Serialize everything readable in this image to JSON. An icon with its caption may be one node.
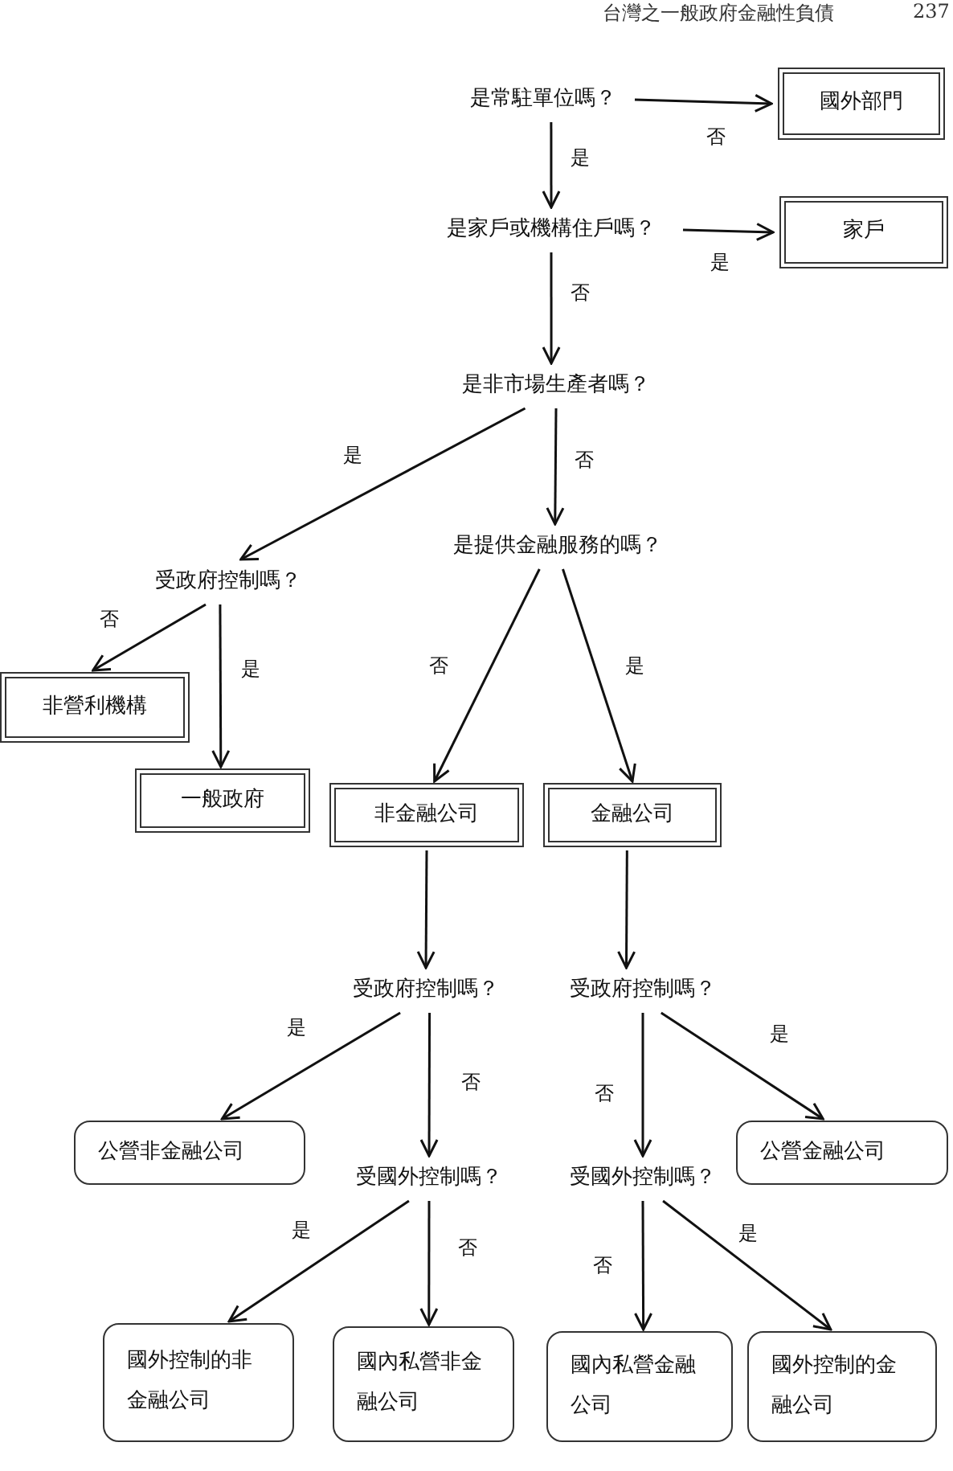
{
  "diagram": {
    "nodes": [
      {
        "text": [
          "是常駐單位嗎？"
        ]
      },
      {
        "text": [
          "國外部門"
        ]
      },
      {
        "text": [
          "是家戶或機構住戶嗎？"
        ]
      },
      {
        "text": [
          "家戶"
        ]
      },
      {
        "text": [
          "是非市場生產者嗎？"
        ]
      },
      {
        "text": [
          "受政府控制嗎？"
        ]
      },
      {
        "text": [
          "是提供金融服務的嗎？"
        ]
      },
      {
        "text": [
          "非營利機構"
        ]
      },
      {
        "text": [
          "一般政府"
        ]
      },
      {
        "text": [
          "非金融公司"
        ]
      },
      {
        "text": [
          "金融公司"
        ]
      },
      {
        "text": [
          "受政府控制嗎？"
        ]
      },
      {
        "text": [
          "受政府控制嗎？"
        ]
      },
      {
        "text": [
          "公營非金融公司"
        ]
      },
      {
        "text": [
          "受國外控制嗎？"
        ]
      },
      {
        "text": [
          "受國外控制嗎？"
        ]
      },
      {
        "text": [
          "公營金融公司"
        ]
      },
      {
        "text": [
          "國外控制的非金融公司"
        ]
      },
      {
        "text": [
          "國內私營非金融公司"
        ]
      },
      {
        "text": [
          "國內私營金融公司"
        ]
      },
      {
        "text": [
          "國外控制的金融公司"
        ]
      }
    ],
    "edges": [
      {
        "from": 0,
        "to": 1,
        "arrow": "to",
        "label": "否"
      },
      {
        "from": 0,
        "to": 2,
        "arrow": "to",
        "label": "是"
      },
      {
        "from": 2,
        "to": 3,
        "arrow": "to",
        "label": "是"
      },
      {
        "from": 2,
        "to": 4,
        "arrow": "to",
        "label": "否"
      },
      {
        "from": 4,
        "to": 5,
        "arrow": "to",
        "label": "是"
      },
      {
        "from": 4,
        "to": 6,
        "arrow": "to",
        "label": "否"
      },
      {
        "from": 5,
        "to": 7,
        "arrow": "to",
        "label": "否"
      },
      {
        "from": 5,
        "to": 8,
        "arrow": "to",
        "label": "是"
      },
      {
        "from": 6,
        "to": 9,
        "arrow": "to",
        "label": "否"
      },
      {
        "from": 6,
        "to": 10,
        "arrow": "to",
        "label": "是"
      },
      {
        "from": 9,
        "to": 11,
        "arrow": "to"
      },
      {
        "from": 10,
        "to": 12,
        "arrow": "to"
      },
      {
        "from": 11,
        "to": 13,
        "arrow": "to",
        "label": "是"
      },
      {
        "from": 11,
        "to": 14,
        "arrow": "to",
        "label": "否"
      },
      {
        "from": 12,
        "to": 15,
        "arrow": "to",
        "label": "否"
      },
      {
        "from": 12,
        "to": 16,
        "arrow": "to",
        "label": "是"
      },
      {
        "from": 14,
        "to": 17,
        "arrow": "to",
        "label": "是"
      },
      {
        "from": 14,
        "to": 18,
        "arrow": "to",
        "label": "否"
      },
      {
        "from": 15,
        "to": 19,
        "arrow": "to",
        "label": "否"
      },
      {
        "from": 15,
        "to": 20,
        "arrow": "to",
        "label": "是"
      }
    ],
    "labels": [
      "台灣之一般政府金融性負債",
      "237"
    ]
  }
}
